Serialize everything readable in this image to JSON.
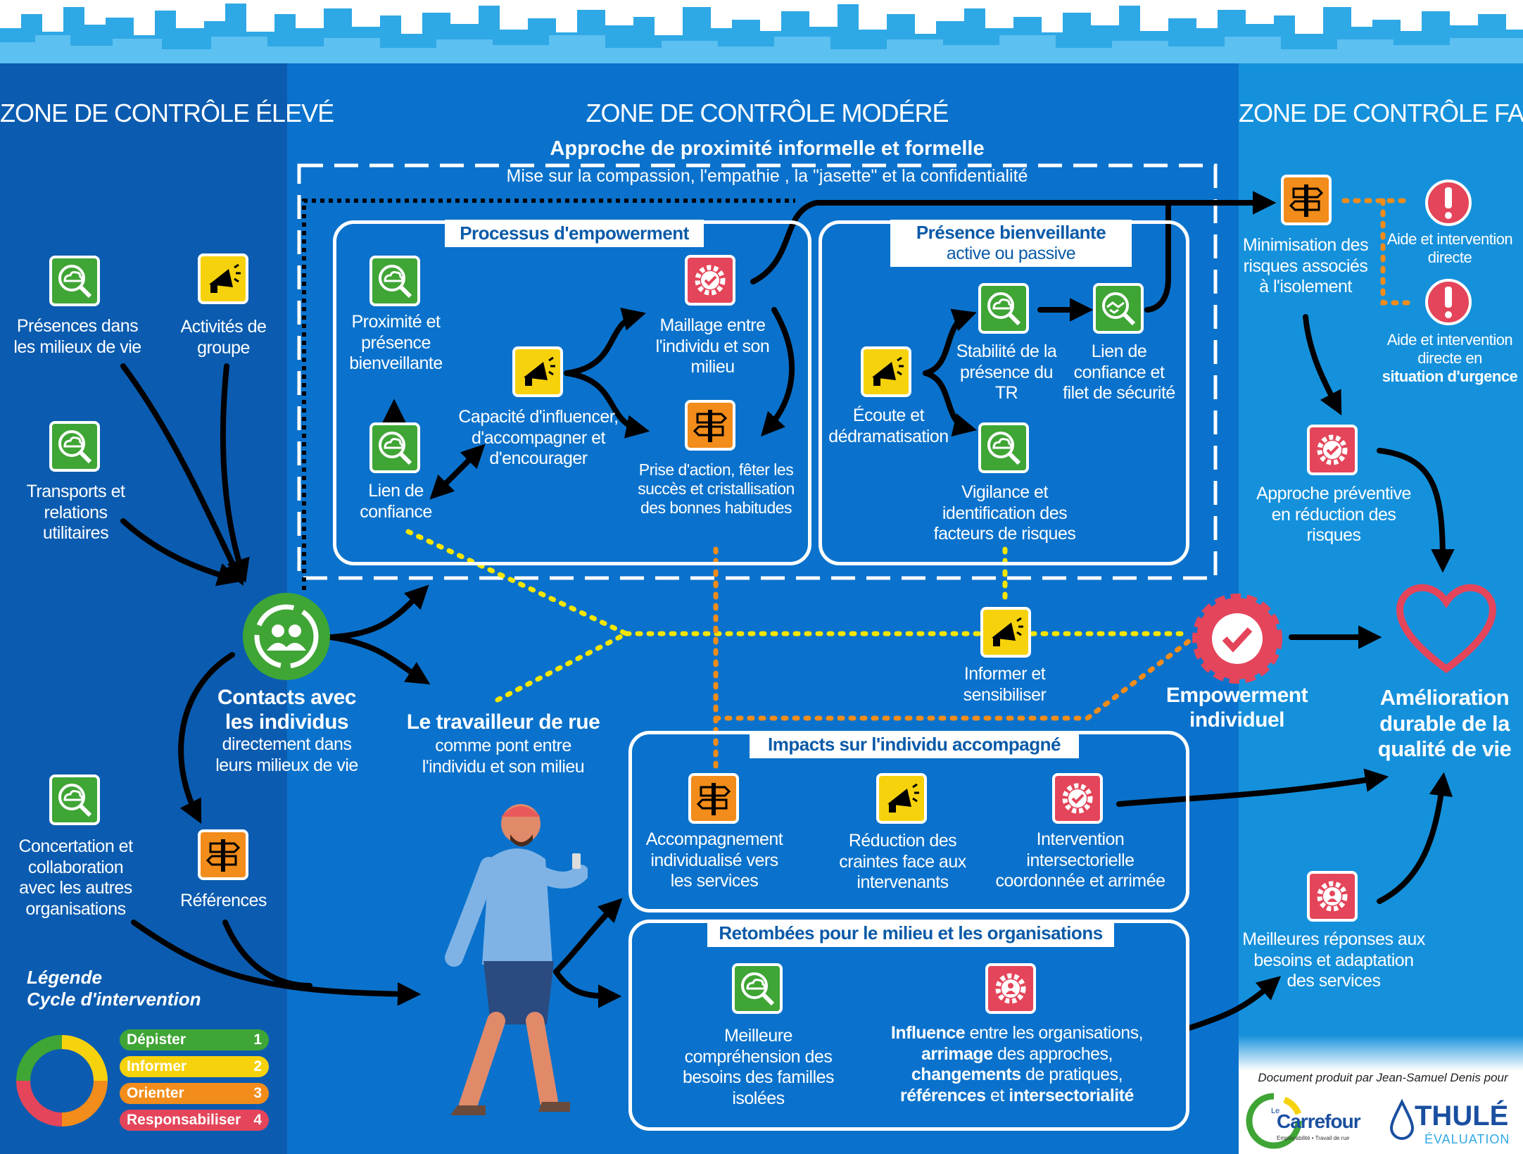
{
  "zones": {
    "high": "ZONE DE CONTRÔLE ÉLEVÉ",
    "moderate": "ZONE DE CONTRÔLE MODÉRÉ",
    "low": "ZONE DE CONTRÔLE FAIBLE"
  },
  "approach": {
    "title": "Approche de proximité informelle et formelle",
    "subtitle": "Mise sur la compassion, l'empathie , la \"jasette\" et la confidentialité"
  },
  "empowerment_process": {
    "title": "Processus d'empowerment",
    "proximity": "Proximité et présence bienveillante",
    "trust": "Lien de confiance",
    "capacity": "Capacité d'influencer, d'accompagner et d'encourager",
    "mesh": "Maillage entre l'individu et son milieu",
    "action": "Prise d'action, fêter les succès et cristallisation des bonnes habitudes"
  },
  "presence": {
    "title": "Présence bienveillante",
    "subtitle": "active ou passive",
    "listening": "Écoute et dédramatisation",
    "stability": "Stabilité de la présence du TR",
    "safety": "Lien de confiance et filet de sécurité",
    "vigilance": "Vigilance et identification des facteurs de risques"
  },
  "left": {
    "presences": "Présences dans les milieux de vie",
    "group": "Activités de groupe",
    "transports": "Transports et relations utilitaires",
    "concertation": "Concertation et collaboration avec les autres organisations",
    "references": "Références"
  },
  "contacts": {
    "title": "Contacts avec les individus",
    "sub": "directement dans leurs milieux de vie"
  },
  "worker": {
    "title": "Le travailleur de rue",
    "sub": "comme pont entre l'individu et son milieu"
  },
  "inform": "Informer et sensibiliser",
  "empowerment": "Empowerment individuel",
  "quality": "Amélioration durable de la qualité de vie",
  "right": {
    "minimisation": "Minimisation des risques associés à l'isolement",
    "aid": "Aide et intervention directe",
    "urgent_pre": "Aide et intervention directe en",
    "urgent_bold": "situation d'urgence",
    "preventive": "Approche préventive en réduction des risques",
    "better": "Meilleures réponses aux besoins et adaptation des services"
  },
  "impacts": {
    "title": "Impacts sur l'individu accompagné",
    "accomp": "Accompagnement individualisé vers les services",
    "fears": "Réduction des craintes face aux intervenants",
    "inter": "Intervention intersectorielle coordonnée et arrimée"
  },
  "spinoffs": {
    "title": "Retombées pour le milieu et les organisations",
    "understanding": "Meilleure compréhension des besoins des familles isolées",
    "influence_b1": "Influence",
    "influence_t1": " entre les organisations,",
    "influence_b2": "arrimage",
    "influence_t2": " des approches,",
    "influence_b3": "changements",
    "influence_t3": " de pratiques,",
    "influence_b4": "références",
    "influence_t4": " et ",
    "influence_b5": "intersectorialité"
  },
  "legend": {
    "title1": "Légende",
    "title2": "Cycle d'intervention",
    "items": [
      {
        "label": "Dépister",
        "num": "1",
        "color": "#3fa535"
      },
      {
        "label": "Informer",
        "num": "2",
        "color": "#f6d20d"
      },
      {
        "label": "Orienter",
        "num": "3",
        "color": "#f28c1a"
      },
      {
        "label": "Responsabiliser",
        "num": "4",
        "color": "#e4455a"
      }
    ]
  },
  "credits": {
    "produced": "Document produit par Jean-Samuel Denis pour",
    "carrefour_le": "Le",
    "carrefour": "Carrefour",
    "carrefour_tag": "Employabilité • Travail de rue",
    "thule": "THULÉ",
    "thule_sub": "ÉVALUATION"
  }
}
